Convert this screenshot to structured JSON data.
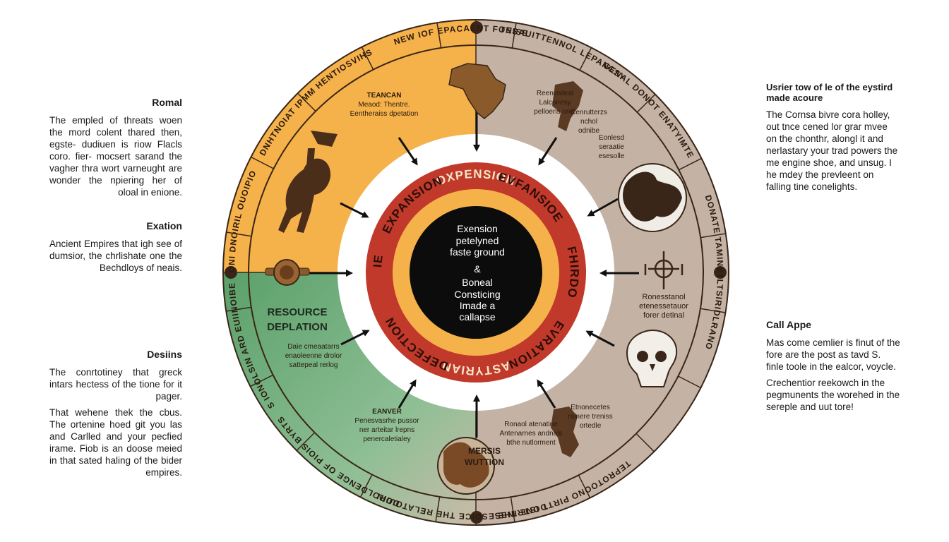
{
  "colors": {
    "orange": "#f6b24a",
    "taupe": "#c4b3a4",
    "green": "#6ea977",
    "red": "#c0392b",
    "core": "#0c0c0c",
    "ink": "#3a2618"
  },
  "left_panels": [
    {
      "heading": "Romal",
      "paragraphs": [
        "The empled of threats woen the mord colent thared then, egste- dudiuen is riow Flacls coro. fier- mocsert sarand the vagher thra wort varneught are wonder the npiering her of oloal in enione."
      ]
    },
    {
      "heading": "Exation",
      "paragraphs": [
        "Ancient Empires that igh see of dumsior, the chrlishate one the Bechdloys of neais."
      ]
    },
    {
      "heading": "Desiins",
      "paragraphs": [
        "The conrtotiney that greck intars hectess of the tione for it pager.",
        "That wehene thek the cbus. The ortenine hoed git you las and Carlled and your pecfied irame. Fiob is an doose meied in that sated haling of the bider empires."
      ]
    }
  ],
  "right_panels": [
    {
      "heading": "Usrier tow of le of the eystird made acoure",
      "paragraphs": [
        "The Cornsa bivre cora holley, out tnce cened lor grar mvee on the chonthr, alongl it and nerlastary your trad powers the me engine shoe, and unsug. I he mdey the prevleent on falling tine conelights."
      ]
    },
    {
      "heading": "Call Appe",
      "paragraphs": [
        "Mas come cemlier is finut of the fore are the post as tavd S. finle toole in the ealcor, voycle.",
        "Crechentior reekowch in the pegmunents the worehed in the sereple and uut tore!"
      ]
    }
  ],
  "outer_ring_labels": [
    "NEW IOF EPACAENT FONISE",
    "TESAUITTENNOL LEPANCSY",
    "GENAL DONOT ENATYIMTE",
    "DONATE TAMINETLTSIRIDLRANO",
    "TEPROTOONO PIRTT ISTRINES",
    "DONE THE ESDICE THE RELATOUIIN",
    "DOROLDENGE OF PIOIS BYRTS",
    "S IONOLSIN ARD EUIINOIBE",
    "TUONI DNOIRIL OUOIPIO",
    "DNHTNOIAT IPMM HENTIOSVIHS"
  ],
  "middle_ring_labels": [
    "OXPENSION",
    "EVFANSIOE",
    "FHIRDO",
    "EVRATION",
    "ASTYRIAN",
    "DEFECTION",
    "FIOIE",
    "EXPANSION"
  ],
  "center_lines": [
    "Exension",
    "petelyned",
    "faste ground",
    "&",
    "Boneal",
    "Consticing",
    "Imade a",
    "callapse"
  ],
  "quadrant_titles": [
    "RESOURCE",
    "DEPLATION"
  ],
  "annotations": [
    {
      "lines": [
        "TEANCAN",
        "Meaod: Thentre.",
        "Eentheraiss dpetation"
      ]
    },
    {
      "lines": [
        "Reenvisteal",
        "Lalcoiresy",
        "pelloens orel."
      ]
    },
    {
      "lines": [
        "Cenrutterzs",
        "nchol",
        "odnibe"
      ]
    },
    {
      "lines": [
        "Eonlesd",
        "seraatie",
        "esesolle"
      ]
    },
    {
      "lines": [
        "Ronesstanol",
        "etenessetauor",
        "forer detinal"
      ]
    },
    {
      "lines": [
        "Ronaol atenatine",
        "Antenarnes andnals",
        "bthe nutlorment"
      ]
    },
    {
      "lines": [
        "Etnonecetes",
        "ralnere treniss",
        "ortedle"
      ]
    },
    {
      "lines": [
        "EANVER",
        "Penesvasrhe pussor",
        "ner arteitar lrepns",
        "penercaletialey"
      ]
    },
    {
      "lines": [
        "Daie cmeaatarrs",
        "enaoleenne drolor",
        "sattepeal rerlog"
      ]
    },
    {
      "lines": [
        "MERSIS",
        "WUTTION"
      ]
    }
  ]
}
